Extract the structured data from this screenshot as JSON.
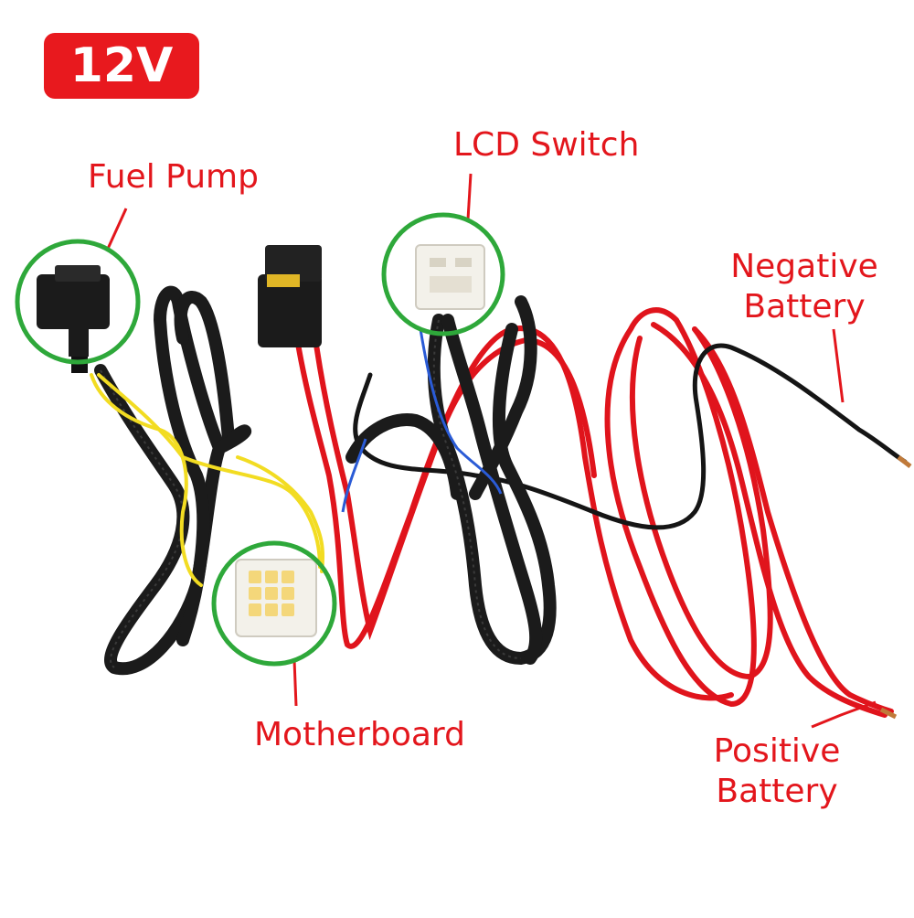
{
  "badge": {
    "text": "12V",
    "color": "#e8191e"
  },
  "labels": {
    "fuel_pump": "Fuel Pump",
    "lcd_switch": "LCD Switch",
    "negative_line1": "Negative",
    "negative_line2": "Battery",
    "motherboard": "Motherboard",
    "positive_line1": "Positive",
    "positive_line2": "Battery"
  },
  "colors": {
    "label_text": "#e3161c",
    "highlight_ring": "#2ea83a",
    "wire_red": "#e0141c",
    "wire_black": "#151515",
    "wire_yellow": "#f2dc22",
    "wire_blue": "#2a5bd6",
    "connector_black": "#1b1b1b",
    "connector_white": "#f3f1ea"
  }
}
